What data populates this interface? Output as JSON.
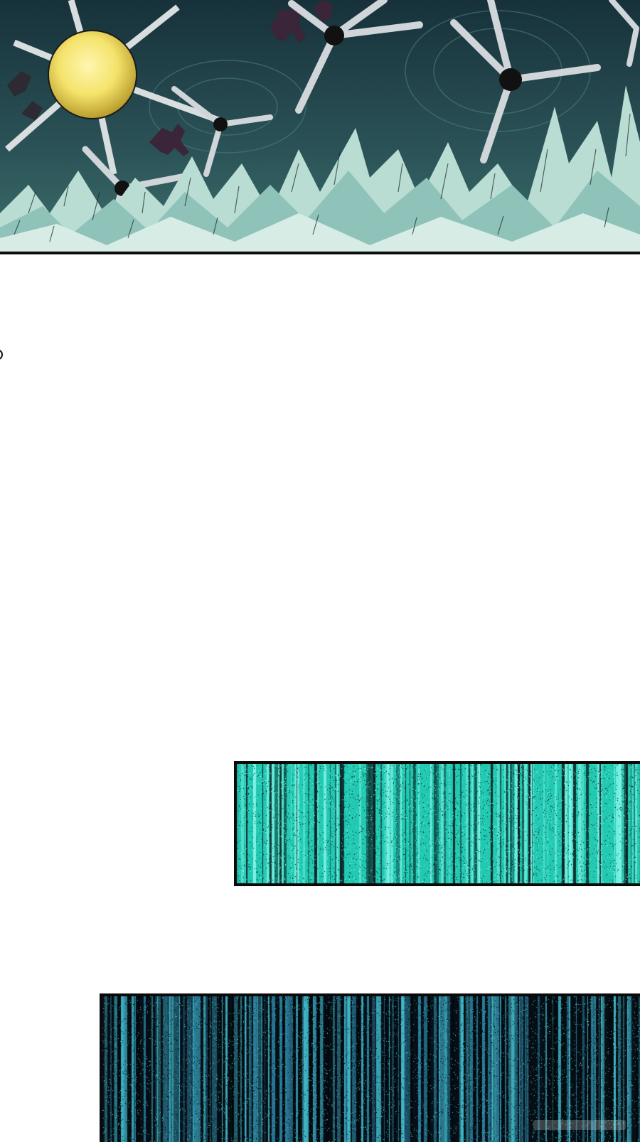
{
  "page": {
    "background": "#ffffff"
  },
  "panels": [
    {
      "id": "battle-scene",
      "palette": {
        "sky": "#17313a",
        "water": "#2f5e63",
        "splash": "#b9ddd3",
        "splash_shadow": "#4f9a8e",
        "mine_core": "#f4e36b",
        "mine_shell": "#c8b23c",
        "spike": "#d8dde0",
        "figures": "#4a2b44"
      },
      "icons": [
        "sea-mine-icon",
        "splash-wave-icon",
        "running-figure-icon"
      ]
    },
    {
      "id": "cyan-glitch",
      "palette": {
        "base": "#22c9b2",
        "light": "#7ff3e6",
        "dark": "#0a1a1c"
      }
    },
    {
      "id": "blue-glitch",
      "palette": {
        "base": "#0b1720",
        "light": "#3fb7c9",
        "mid": "#2a7f9e"
      }
    }
  ],
  "watermark": {
    "icon": "watermark-icon"
  }
}
